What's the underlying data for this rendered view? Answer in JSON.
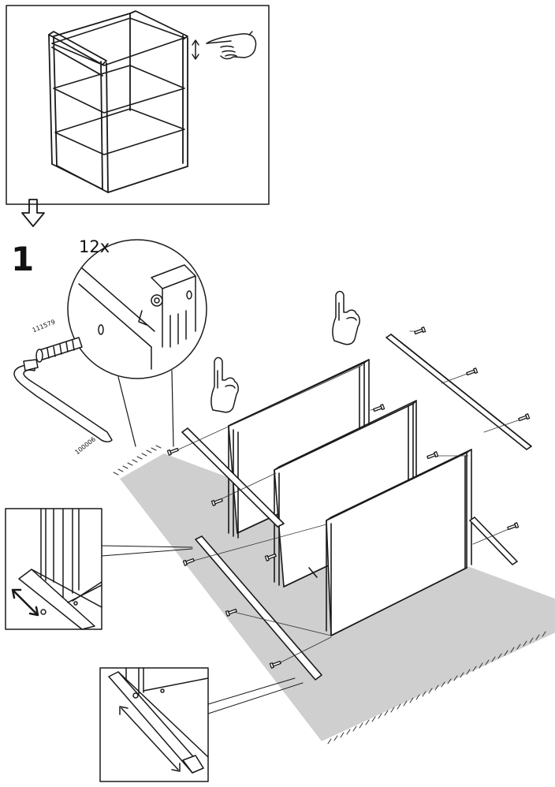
{
  "step": {
    "number": "1",
    "quantity": "12x"
  },
  "parts": {
    "screw_id": "111579",
    "key_id": "100006"
  },
  "icons": [
    "arrow-down-icon",
    "pointing-hand-icon",
    "adjust-arrow-icon",
    "hand-icon"
  ],
  "colors": {
    "line": "#1a1a1a",
    "floor": "#cfcfcf",
    "panel": "#ffffff"
  }
}
